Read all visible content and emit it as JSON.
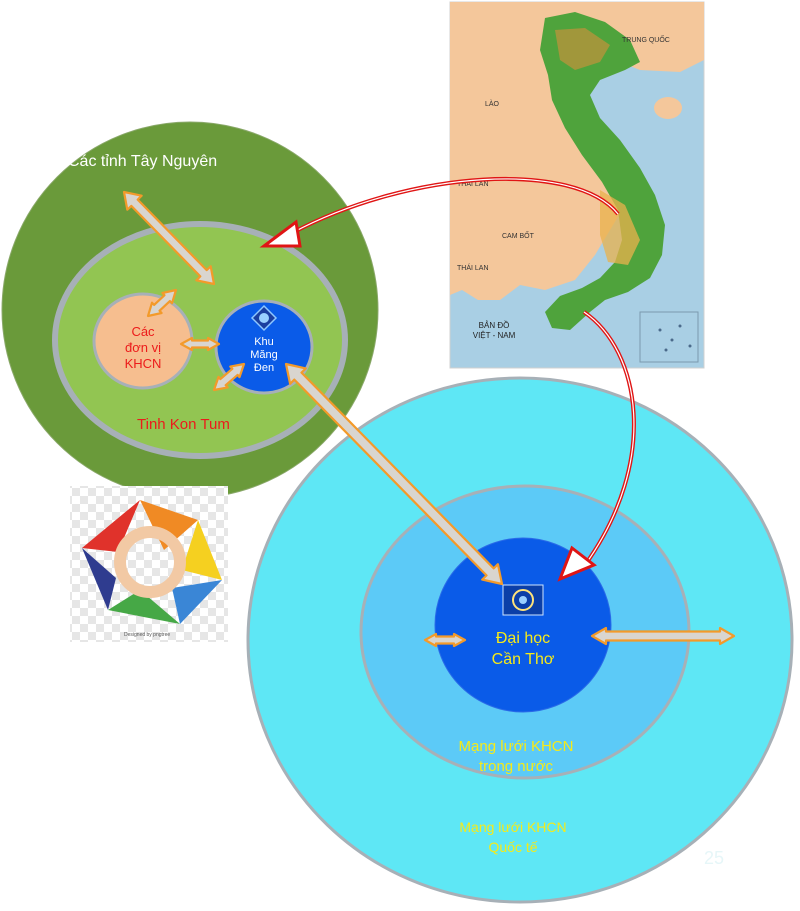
{
  "colors": {
    "outer_left": "#6a9a3a",
    "mid_left": "#92c552",
    "unit_peach": "#f6be8f",
    "khu_blue": "#0a5be8",
    "outer_right": "#5ee7f5",
    "mid_right": "#5ccaf7",
    "center_blue": "#0a5be8",
    "ring_gray": "#a7b0b7",
    "arrow_fill": "#d9d5cf",
    "arrow_outline": "#f39a2a",
    "red_arrow": "#e01515",
    "label_white": "#ffffff",
    "label_red": "#ec1b1b",
    "label_yellow": "#f6ea18",
    "map_sea": "#a9cfe4",
    "map_land_foreign": "#f4c79b",
    "map_land_vn": "#4fa33c"
  },
  "labels": {
    "tay_nguyen": "Các tỉnh Tây Nguyên",
    "kon_tum": "Tinh Kon Tum",
    "units": [
      "Các",
      "đơn vị",
      "KHCN"
    ],
    "khu": [
      "Khu",
      "Măng",
      "Đen"
    ],
    "dai_hoc": [
      "Đại học",
      "Cần Thơ"
    ],
    "domestic": [
      "Mạng lưới KHCN",
      "trong nước"
    ],
    "international": [
      "Mạng lưới KHCN",
      "Quốc tế"
    ],
    "page_number": "25"
  },
  "map": {
    "labels": {
      "china": "TRUNG QUỐC",
      "laos": "LÀO",
      "thailand": "THÁI LAN",
      "cambodia": "CAM BỐT",
      "map_title": [
        "BẢN ĐỒ",
        "VIỆT - NAM"
      ]
    },
    "icon": "vietnam-map-image"
  },
  "clipart": {
    "icon": "teamwork-hands-icon",
    "caption": "Designed by pngtree"
  }
}
